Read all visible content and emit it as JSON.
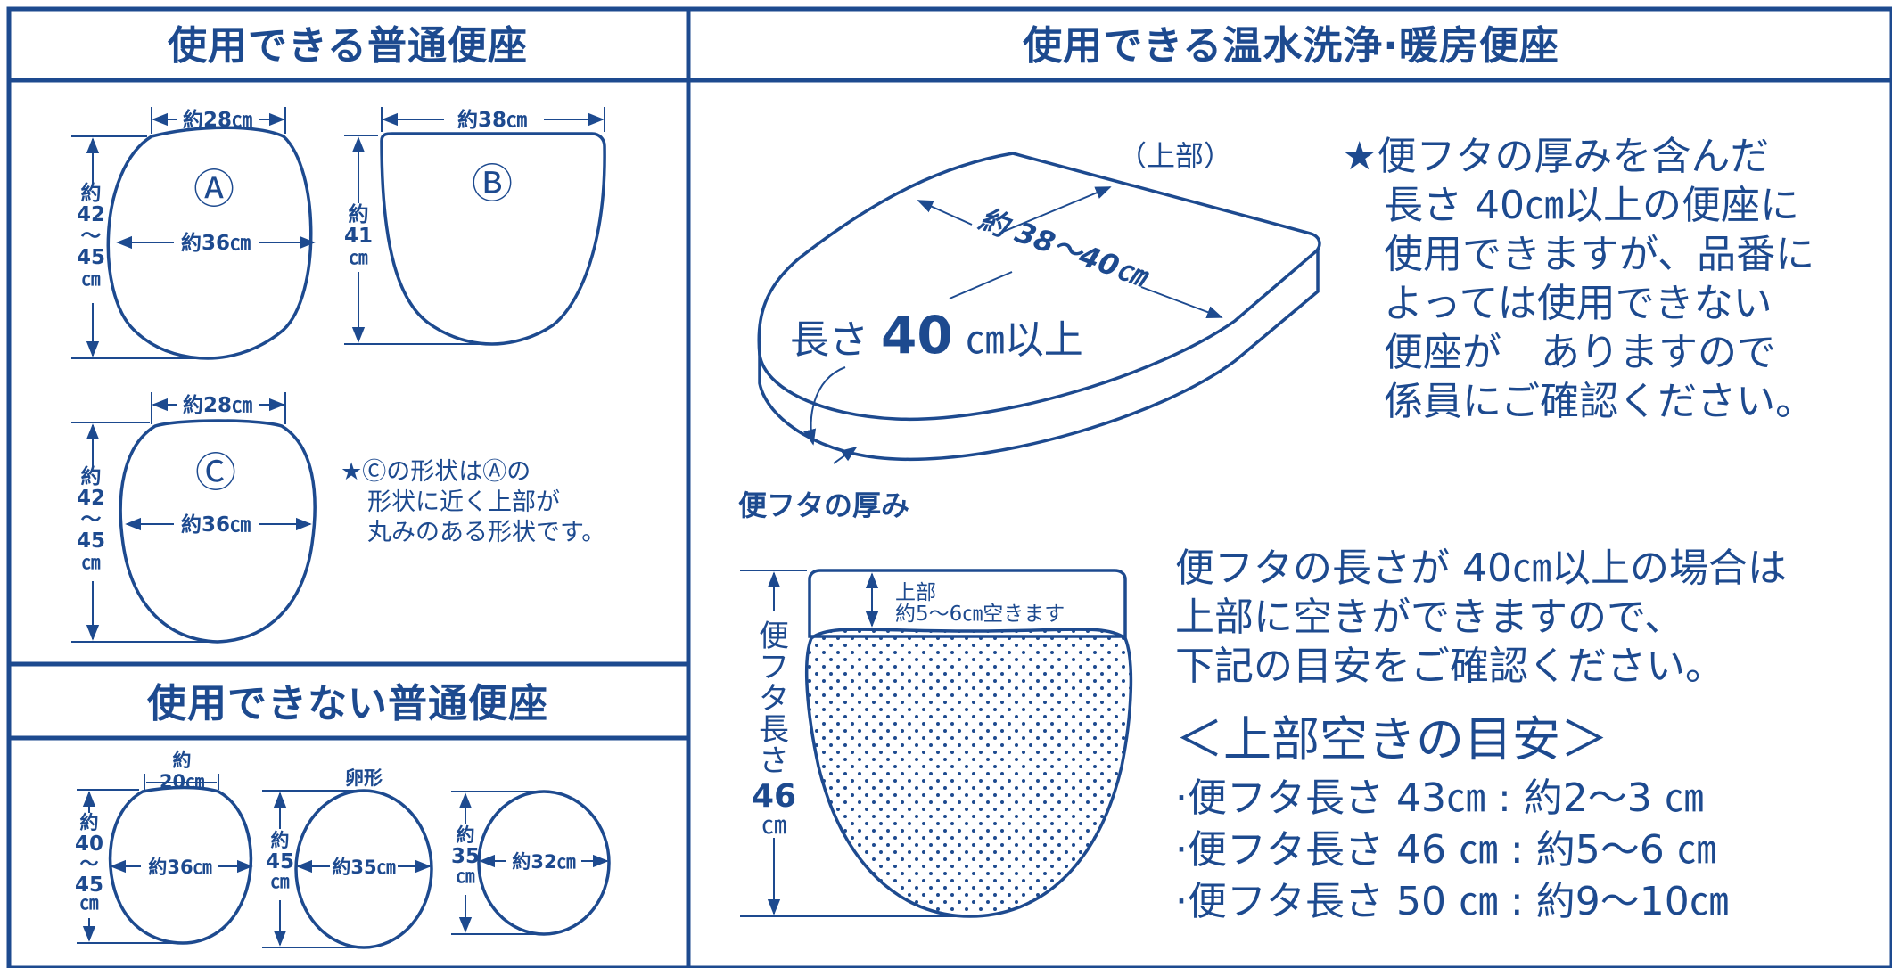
{
  "colors": {
    "primary": "#1d4a8f",
    "background": "#ffffff"
  },
  "headers": {
    "usable_regular": "使用できる普通便座",
    "usable_washlet": "使用できる温水洗浄·暖房便座",
    "unusable_regular": "使用できない普通便座"
  },
  "seat_a": {
    "mark": "Ⓐ",
    "width_top": "約28㎝",
    "width_mid": "約36㎝",
    "len_1": "約",
    "len_2": "42",
    "len_3": "～",
    "len_4": "45",
    "len_5": "㎝"
  },
  "seat_b": {
    "mark": "Ⓑ",
    "width_top": "約38㎝",
    "len_1": "約",
    "len_2": "41",
    "len_3": "㎝"
  },
  "seat_c": {
    "mark": "Ⓒ",
    "width_top": "約28㎝",
    "width_mid": "約36㎝",
    "len_1": "約",
    "len_2": "42",
    "len_3": "～",
    "len_4": "45",
    "len_5": "㎝",
    "note_1": "★Ⓒの形状はⒶの",
    "note_2": "形状に近く上部が",
    "note_3": "丸みのある形状です。"
  },
  "unusable_1": {
    "top_1": "約",
    "top_2": "20㎝",
    "width": "約36㎝",
    "len_1": "約",
    "len_2": "40",
    "len_3": "～",
    "len_4": "45",
    "len_5": "㎝"
  },
  "unusable_2": {
    "label": "卵形",
    "width": "約35㎝",
    "len_1": "約",
    "len_2": "45",
    "len_3": "㎝"
  },
  "unusable_3": {
    "width": "約32㎝",
    "len_1": "約",
    "len_2": "35",
    "len_3": "㎝"
  },
  "washlet": {
    "top_label": "（上部）",
    "range_label": "約 38～40㎝",
    "length_pre": "長さ ",
    "length_num": "40",
    "length_post": " ㎝以上",
    "thickness_label": "便フタの厚み",
    "note_lines": [
      "★便フタの厚みを含んだ",
      "長さ 40㎝以上の便座に",
      "使用できますが、品番に",
      "よっては使用できない",
      "便座が　ありますので",
      "係員にご確認ください。"
    ]
  },
  "lid": {
    "gap_label_1": "上部",
    "gap_label_2": "約5～6㎝空きます",
    "length_chars": [
      "便",
      "フ",
      "タ",
      "長",
      "さ"
    ],
    "length_num": "46",
    "length_unit": "㎝"
  },
  "lid_info": {
    "lines": [
      "便フタの長さが 40㎝以上の場合は",
      "上部に空きができますので、",
      "下記の目安をご確認ください。"
    ],
    "guide_title": "＜上部空きの目安＞",
    "guide_items": [
      "·便フタ長さ 43㎝ : 約2～3 ㎝",
      "·便フタ長さ 46 ㎝ : 約5～6 ㎝",
      "·便フタ長さ 50 ㎝ : 約9～10㎝"
    ]
  }
}
